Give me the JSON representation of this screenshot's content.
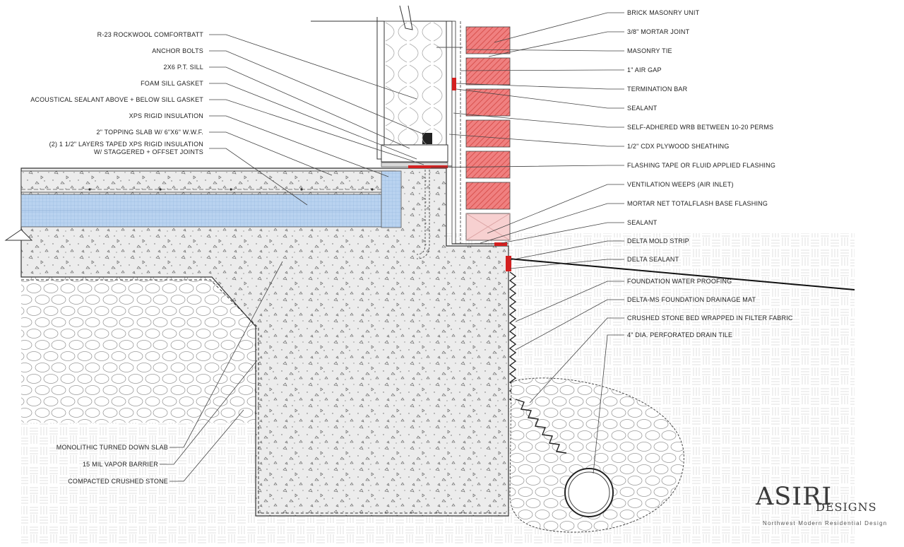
{
  "left_labels": [
    "R-23 ROCKWOOL COMFORTBATT",
    "ANCHOR BOLTS",
    "2X6 P.T. SILL",
    "FOAM SILL GASKET",
    "ACOUSTICAL SEALANT ABOVE + BELOW SILL GASKET",
    "XPS RIGID INSULATION",
    "2\" TOPPING SLAB W/ 6\"X6\" W.W.F.",
    "(2) 1 1/2\" LAYERS TAPED XPS RIGID INSULATION",
    "W/ STAGGERED + OFFSET JOINTS"
  ],
  "bottom_left_labels": [
    "MONOLITHIC TURNED DOWN SLAB",
    "15 MIL VAPOR BARRIER",
    "COMPACTED CRUSHED STONE"
  ],
  "right_labels": [
    "BRICK MASONRY UNIT",
    "3/8\" MORTAR JOINT",
    "MASONRY TIE",
    "1\" AIR GAP",
    "TERMINATION BAR",
    "SEALANT",
    "SELF-ADHERED WRB BETWEEN 10-20 PERMS",
    "1/2\" CDX PLYWOOD SHEATHING",
    "FLASHING TAPE OR FLUID APPLIED FLASHING",
    "VENTILATION WEEPS (AIR INLET)",
    "MORTAR NET TOTALFLASH BASE FLASHING",
    "SEALANT",
    "DELTA MOLD STRIP",
    "DELTA SEALANT",
    "FOUNDATION WATER PROOFING",
    "DELTA-MS FOUNDATION DRAINAGE MAT",
    "CRUSHED STONE BED WRAPPED IN FILTER FABRIC",
    "4\" DIA. PERFORATED DRAIN TILE"
  ],
  "brand": {
    "name": "ASIRI",
    "sub": "DESIGNS",
    "tagline": "Northwest Modern Residential Design"
  },
  "colors": {
    "brick": "#f08080",
    "brick_hatch": "#d9534f",
    "insulation": "#b9d3f0",
    "concrete": "#ececec",
    "flashing": "#d42020",
    "line": "#333333"
  }
}
